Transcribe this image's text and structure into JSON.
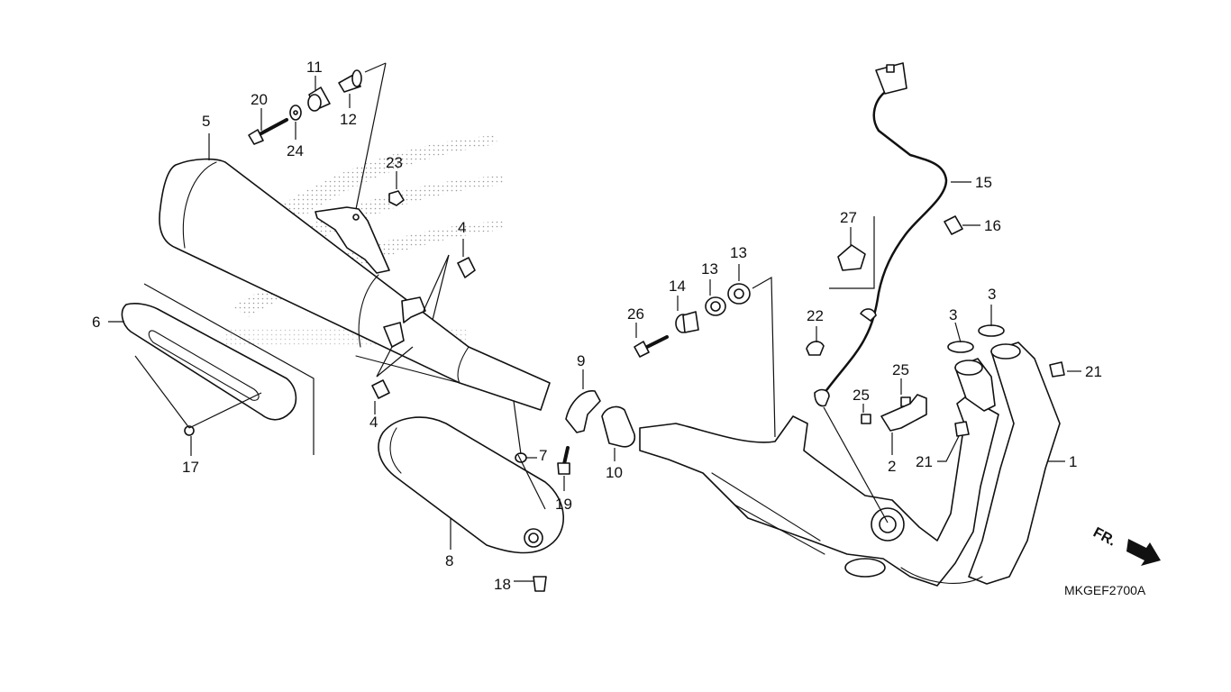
{
  "diagram": {
    "drawing_code": "MKGEF2700A",
    "direction_label": "FR.",
    "callouts": [
      {
        "id": "c1",
        "label": "1"
      },
      {
        "id": "c2",
        "label": "2"
      },
      {
        "id": "c3a",
        "label": "3"
      },
      {
        "id": "c3b",
        "label": "3"
      },
      {
        "id": "c4a",
        "label": "4"
      },
      {
        "id": "c4b",
        "label": "4"
      },
      {
        "id": "c5",
        "label": "5"
      },
      {
        "id": "c6",
        "label": "6"
      },
      {
        "id": "c7",
        "label": "7"
      },
      {
        "id": "c8",
        "label": "8"
      },
      {
        "id": "c9",
        "label": "9"
      },
      {
        "id": "c10",
        "label": "10"
      },
      {
        "id": "c11",
        "label": "11"
      },
      {
        "id": "c12",
        "label": "12"
      },
      {
        "id": "c13a",
        "label": "13"
      },
      {
        "id": "c13b",
        "label": "13"
      },
      {
        "id": "c14",
        "label": "14"
      },
      {
        "id": "c15",
        "label": "15"
      },
      {
        "id": "c16",
        "label": "16"
      },
      {
        "id": "c17",
        "label": "17"
      },
      {
        "id": "c18",
        "label": "18"
      },
      {
        "id": "c19",
        "label": "19"
      },
      {
        "id": "c20",
        "label": "20"
      },
      {
        "id": "c21a",
        "label": "21"
      },
      {
        "id": "c21b",
        "label": "21"
      },
      {
        "id": "c22",
        "label": "22"
      },
      {
        "id": "c23",
        "label": "23"
      },
      {
        "id": "c24",
        "label": "24"
      },
      {
        "id": "c25a",
        "label": "25"
      },
      {
        "id": "c25b",
        "label": "25"
      },
      {
        "id": "c26",
        "label": "26"
      },
      {
        "id": "c27",
        "label": "27"
      }
    ]
  }
}
